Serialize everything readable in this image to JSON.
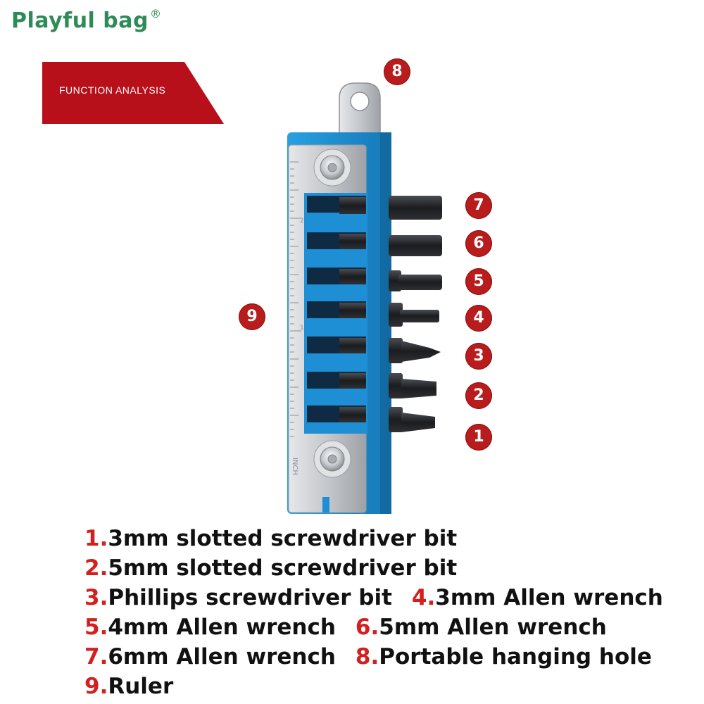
{
  "brand": {
    "name": "Playful bag",
    "mark": "®"
  },
  "banner": {
    "label": "FUNCTION ANALYSIS",
    "color": "#b8101a"
  },
  "callouts": [
    "1",
    "2",
    "3",
    "4",
    "5",
    "6",
    "7",
    "8",
    "9"
  ],
  "colors": {
    "accent_red": "#b81c1c",
    "number_red": "#d41f1f",
    "body_blue": "#1e8fd4",
    "steel": "#c9ccd0"
  },
  "ruler_text": {
    "unit": "INCH",
    "tick_1": "1",
    "tick_2": "2"
  },
  "legend": [
    {
      "num": "1.",
      "text": "3mm slotted screwdriver bit"
    },
    {
      "num": "2.",
      "text": "5mm slotted screwdriver bit"
    },
    {
      "num": "3.",
      "text": "Phillips screwdriver bit"
    },
    {
      "num": "4.",
      "text": "3mm Allen wrench"
    },
    {
      "num": "5.",
      "text": "4mm Allen wrench"
    },
    {
      "num": "6.",
      "text": "5mm Allen wrench"
    },
    {
      "num": "7.",
      "text": "6mm Allen wrench"
    },
    {
      "num": "8.",
      "text": "Portable hanging hole"
    },
    {
      "num": "9.",
      "text": "Ruler"
    }
  ]
}
